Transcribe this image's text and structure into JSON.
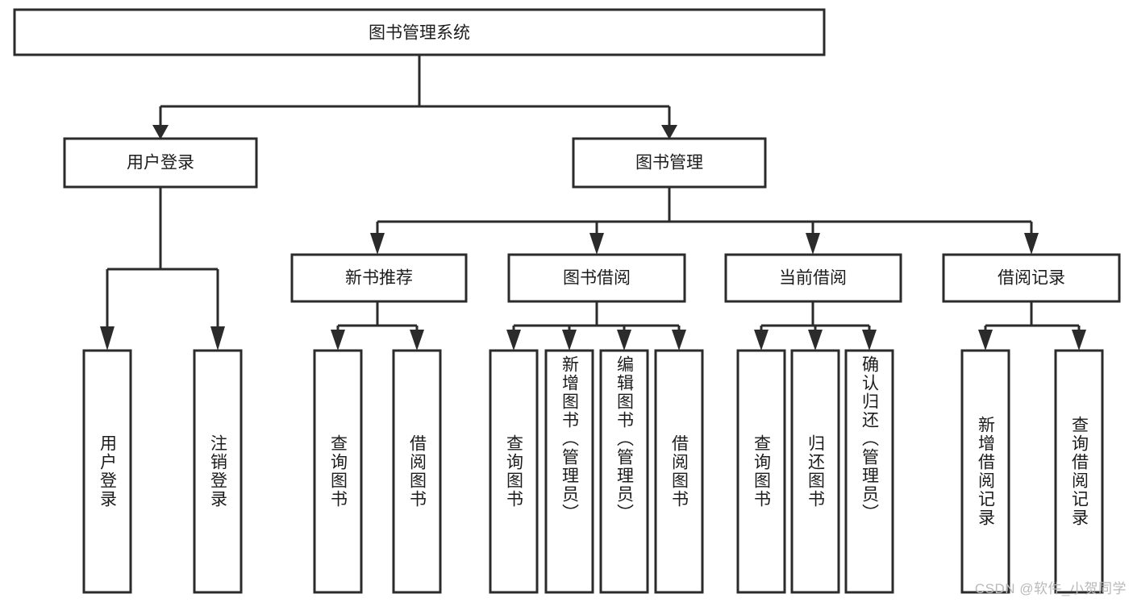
{
  "diagram": {
    "type": "tree-hierarchy",
    "title_node": "图书管理系统",
    "watermark": "CSDN @软件_小贺同学",
    "colors": {
      "stroke": "#2b2b2b",
      "box_fill": "#ffffff",
      "text": "#1c1c1c",
      "background": "#ffffff",
      "watermark": "#b9b9b9"
    },
    "levels": {
      "root": {
        "label": "图书管理系统"
      },
      "level2": [
        {
          "label": "用户登录"
        },
        {
          "label": "图书管理"
        }
      ],
      "level3": [
        {
          "label": "新书推荐"
        },
        {
          "label": "图书借阅"
        },
        {
          "label": "当前借阅"
        },
        {
          "label": "借阅记录"
        }
      ],
      "leaves": {
        "user_login": [
          {
            "label": "用户登录"
          },
          {
            "label": "注销登录"
          }
        ],
        "new_book_rec": [
          {
            "label": "查询图书"
          },
          {
            "label": "借阅图书"
          }
        ],
        "book_borrow": [
          {
            "label": "查询图书"
          },
          {
            "label": "新增图书（管理员）"
          },
          {
            "label": "编辑图书（管理员）"
          },
          {
            "label": "借阅图书"
          }
        ],
        "current_borrow": [
          {
            "label": "查询图书"
          },
          {
            "label": "归还图书"
          },
          {
            "label": "确认归还（管理员）"
          }
        ],
        "borrow_record": [
          {
            "label": "新增借阅记录"
          },
          {
            "label": "查询借阅记录"
          }
        ]
      }
    }
  }
}
